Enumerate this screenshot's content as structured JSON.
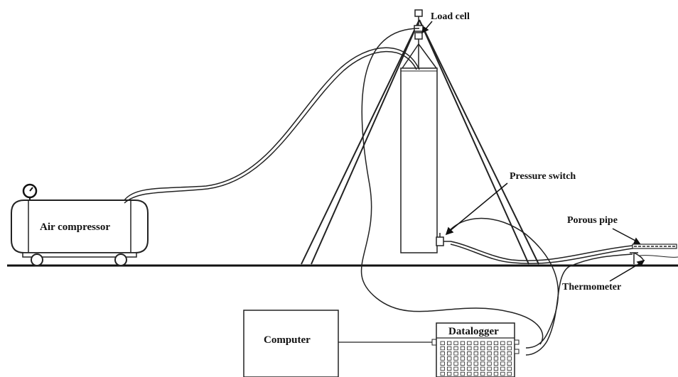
{
  "labels": {
    "load_cell": "Load cell",
    "pressure_switch": "Pressure switch",
    "porous_pipe": "Porous pipe",
    "air_compressor": "Air compressor",
    "thermometer": "Thermometer",
    "computer": "Computer",
    "datalogger": "Datalogger"
  },
  "colors": {
    "line": "#222222",
    "background": "#ffffff"
  }
}
